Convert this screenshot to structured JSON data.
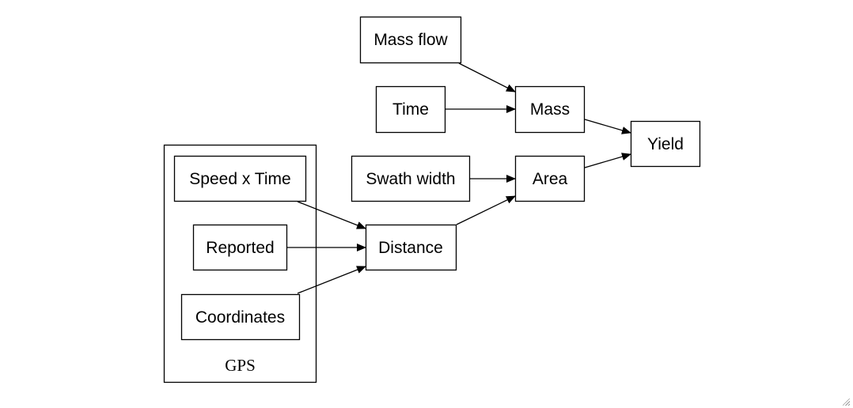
{
  "diagram": {
    "cluster": {
      "label": "GPS"
    },
    "nodes": {
      "mass_flow": "Mass flow",
      "time": "Time",
      "mass": "Mass",
      "yield": "Yield",
      "speed_x_time": "Speed x Time",
      "swath_width": "Swath width",
      "area": "Area",
      "reported": "Reported",
      "distance": "Distance",
      "coordinates": "Coordinates"
    },
    "edges": [
      {
        "from": "Mass flow",
        "to": "Mass"
      },
      {
        "from": "Time",
        "to": "Mass"
      },
      {
        "from": "Mass",
        "to": "Yield"
      },
      {
        "from": "Area",
        "to": "Yield"
      },
      {
        "from": "Swath width",
        "to": "Area"
      },
      {
        "from": "Distance",
        "to": "Area"
      },
      {
        "from": "Speed x Time",
        "to": "Distance"
      },
      {
        "from": "Reported",
        "to": "Distance"
      },
      {
        "from": "Coordinates",
        "to": "Distance"
      }
    ]
  }
}
